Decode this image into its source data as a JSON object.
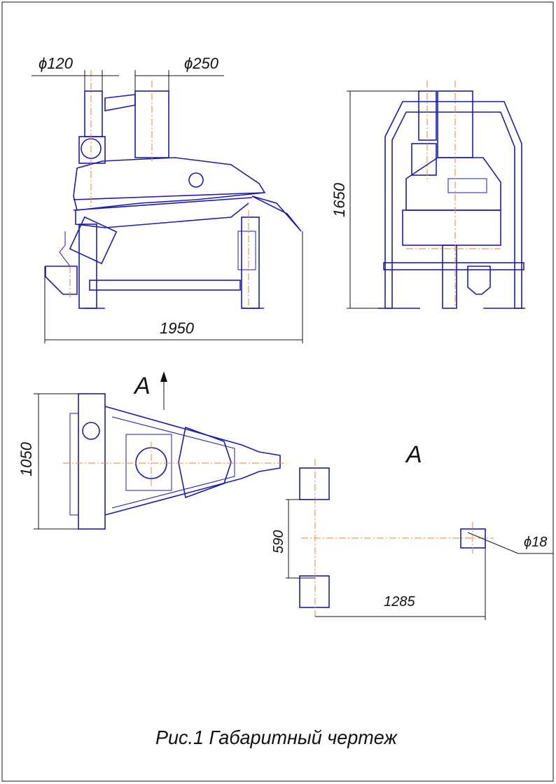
{
  "dimensions": {
    "d120": "ϕ120",
    "d250": "ϕ250",
    "h1650": "1650",
    "w1950": "1950",
    "w1050": "1050",
    "d590": "590",
    "d18": "ϕ18",
    "d1285": "1285"
  },
  "view_labels": {
    "arrow_a": "A",
    "view_a": "A"
  },
  "caption": "Рис.1 Габаритный чертеж",
  "colors": {
    "outline": "#1c1ca8",
    "centerline": "#e08a30",
    "dimension": "#111111"
  }
}
